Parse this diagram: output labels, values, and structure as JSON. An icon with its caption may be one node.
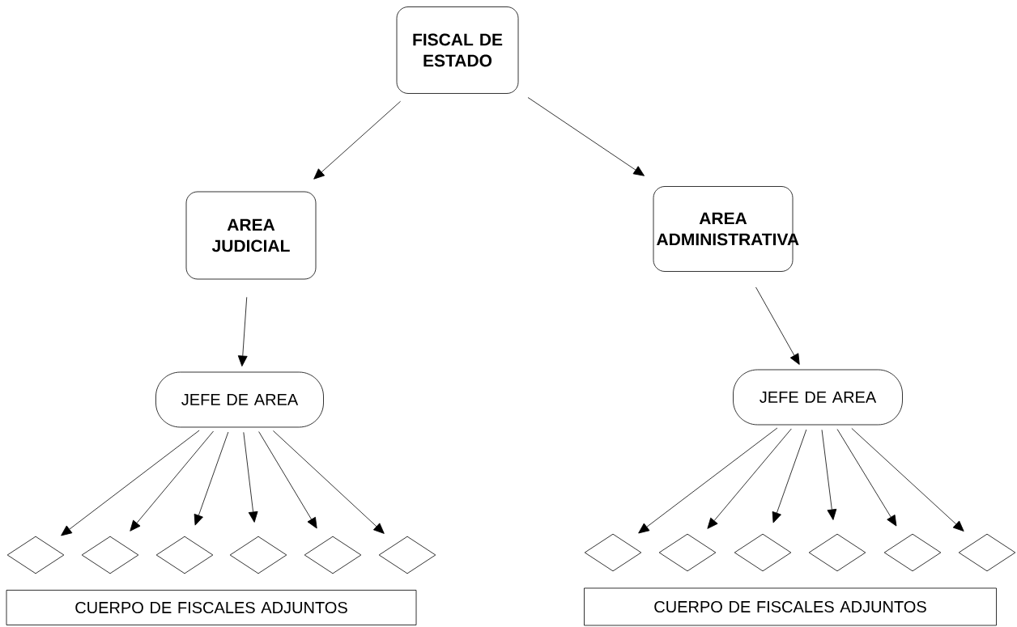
{
  "diagram": {
    "nodes": [
      {
        "text": [
          "FISCAL DE ESTADO"
        ]
      },
      {
        "text": [
          "AREA JUDICIAL"
        ]
      },
      {
        "text": [
          "AREA ADMINISTRATIVA"
        ]
      },
      {
        "text": [
          "JEFE DE AREA"
        ]
      },
      {
        "text": [
          "JEFE DE AREA"
        ]
      },
      {
        "text": [],
        "shape": "diamond"
      },
      {
        "text": [],
        "shape": "diamond"
      },
      {
        "text": [],
        "shape": "diamond"
      },
      {
        "text": [],
        "shape": "diamond"
      },
      {
        "text": [],
        "shape": "diamond"
      },
      {
        "text": [],
        "shape": "diamond"
      },
      {
        "text": [],
        "shape": "diamond"
      },
      {
        "text": [],
        "shape": "diamond"
      },
      {
        "text": [],
        "shape": "diamond"
      },
      {
        "text": [],
        "shape": "diamond"
      },
      {
        "text": [],
        "shape": "diamond"
      },
      {
        "text": [],
        "shape": "diamond"
      },
      {
        "text": [
          "CUERPO DE FISCALES ADJUNTOS"
        ]
      },
      {
        "text": [
          "CUERPO DE FISCALES ADJUNTOS"
        ]
      }
    ],
    "edges": [
      {
        "from": 0,
        "to": 1,
        "arrow": "to"
      },
      {
        "from": 0,
        "to": 2,
        "arrow": "to"
      },
      {
        "from": 1,
        "to": 3,
        "arrow": "to"
      },
      {
        "from": 2,
        "to": 4,
        "arrow": "to"
      },
      {
        "from": 3,
        "to": 5,
        "arrow": "to"
      },
      {
        "from": 3,
        "to": 6,
        "arrow": "to"
      },
      {
        "from": 3,
        "to": 7,
        "arrow": "to"
      },
      {
        "from": 3,
        "to": 8,
        "arrow": "to"
      },
      {
        "from": 3,
        "to": 9,
        "arrow": "to"
      },
      {
        "from": 3,
        "to": 10,
        "arrow": "to"
      },
      {
        "from": 4,
        "to": 11,
        "arrow": "to"
      },
      {
        "from": 4,
        "to": 12,
        "arrow": "to"
      },
      {
        "from": 4,
        "to": 13,
        "arrow": "to"
      },
      {
        "from": 4,
        "to": 14,
        "arrow": "to"
      },
      {
        "from": 4,
        "to": 15,
        "arrow": "to"
      },
      {
        "from": 4,
        "to": 16,
        "arrow": "to"
      }
    ]
  }
}
